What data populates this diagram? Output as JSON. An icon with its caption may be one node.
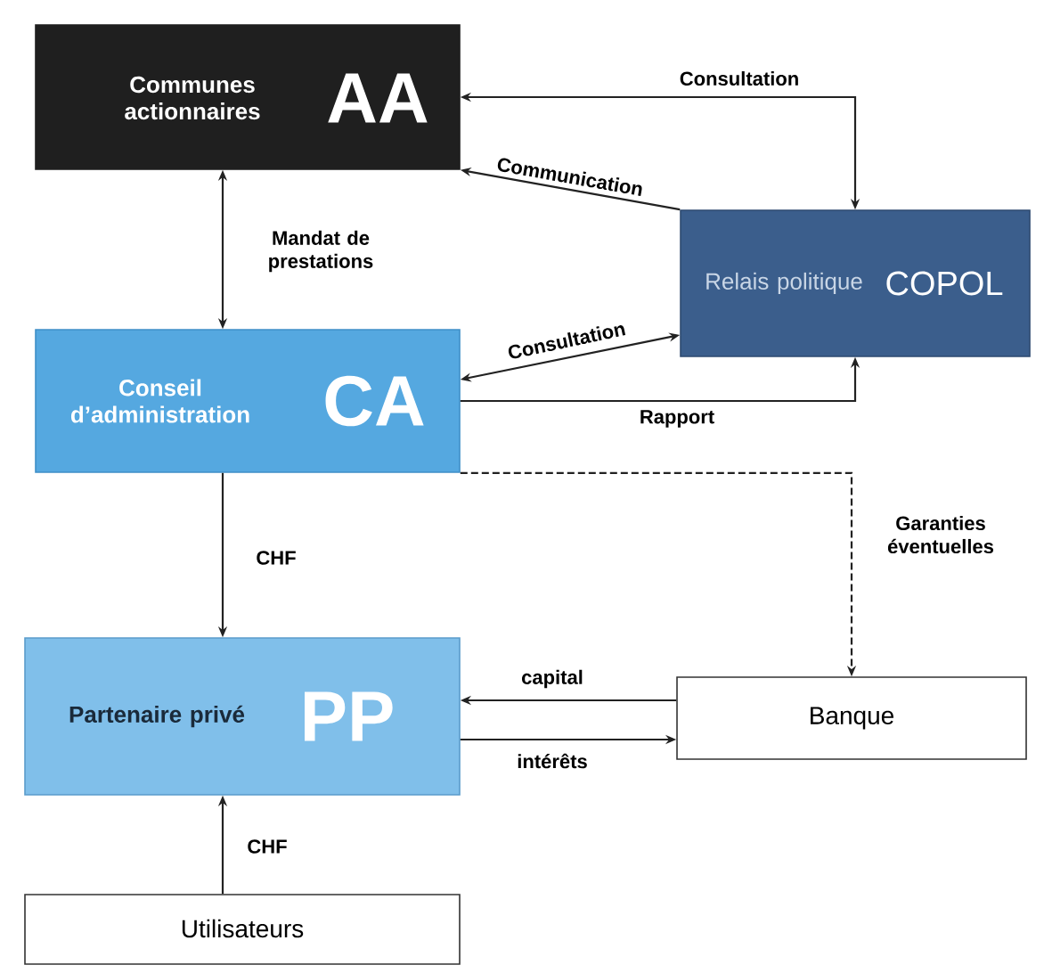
{
  "diagram": {
    "nodes": [
      {
        "text": [
          "Communes actionnaires",
          "AA"
        ]
      },
      {
        "text": [
          "Relais politique",
          "COPOL"
        ]
      },
      {
        "text": [
          "Conseil d’administration",
          "CA"
        ]
      },
      {
        "text": [
          "Partenaire privé",
          "PP"
        ]
      },
      {
        "text": [
          "Banque"
        ]
      },
      {
        "text": [
          "Utilisateurs"
        ]
      }
    ],
    "edges": [
      {
        "from": 1,
        "to": 0,
        "arrow": "both",
        "label": "Consultation"
      },
      {
        "from": 1,
        "to": 0,
        "arrow": "to",
        "label": "Communication"
      },
      {
        "from": 0,
        "to": 2,
        "arrow": "both",
        "label": "Mandat de prestations"
      },
      {
        "from": 2,
        "to": 1,
        "arrow": "both",
        "label": "Consultation"
      },
      {
        "from": 2,
        "to": 1,
        "arrow": "to",
        "label": "Rapport"
      },
      {
        "from": 2,
        "to": 4,
        "arrow": "to",
        "label": "Garanties éventuelles",
        "style": "dashed"
      },
      {
        "from": 2,
        "to": 3,
        "arrow": "to",
        "label": "CHF"
      },
      {
        "from": 4,
        "to": 3,
        "arrow": "to",
        "label": "capital"
      },
      {
        "from": 3,
        "to": 4,
        "arrow": "to",
        "label": "intérêts"
      },
      {
        "from": 5,
        "to": 3,
        "arrow": "to",
        "label": "CHF"
      }
    ]
  }
}
